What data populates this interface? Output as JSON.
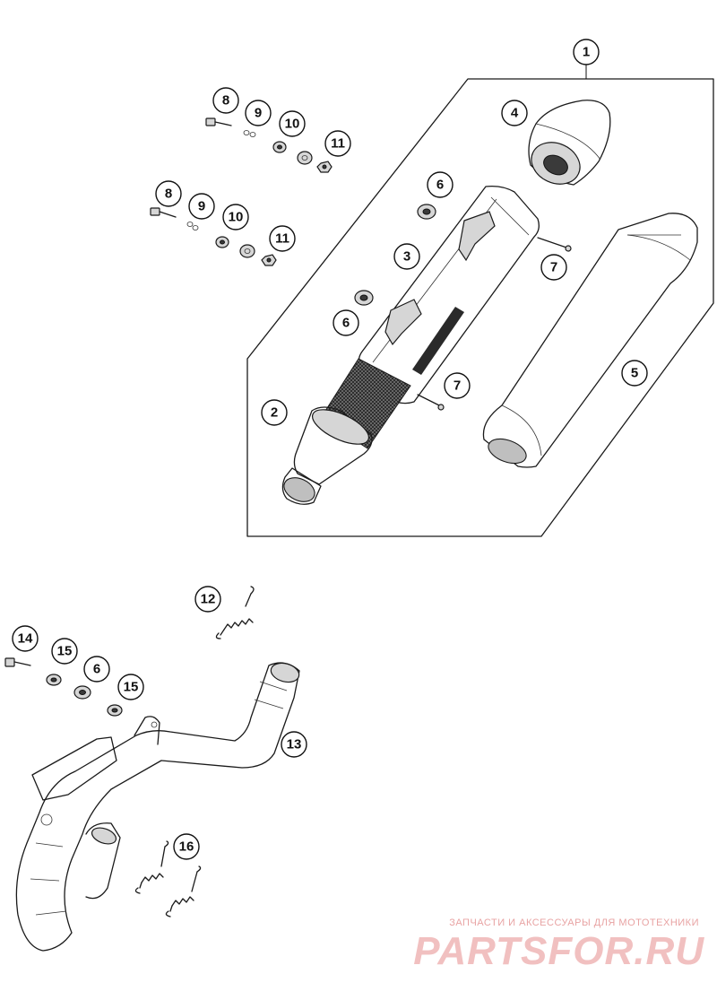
{
  "diagram": {
    "callouts": [
      {
        "id": "c1",
        "label": "1"
      },
      {
        "id": "c2",
        "label": "2"
      },
      {
        "id": "c3",
        "label": "3"
      },
      {
        "id": "c4",
        "label": "4"
      },
      {
        "id": "c5",
        "label": "5"
      },
      {
        "id": "c6a",
        "label": "6"
      },
      {
        "id": "c6b",
        "label": "6"
      },
      {
        "id": "c6c",
        "label": "6"
      },
      {
        "id": "c7a",
        "label": "7"
      },
      {
        "id": "c7b",
        "label": "7"
      },
      {
        "id": "c8a",
        "label": "8"
      },
      {
        "id": "c8b",
        "label": "8"
      },
      {
        "id": "c9a",
        "label": "9"
      },
      {
        "id": "c9b",
        "label": "9"
      },
      {
        "id": "c10a",
        "label": "10"
      },
      {
        "id": "c10b",
        "label": "10"
      },
      {
        "id": "c11a",
        "label": "11"
      },
      {
        "id": "c11b",
        "label": "11"
      },
      {
        "id": "c12",
        "label": "12"
      },
      {
        "id": "c13",
        "label": "13"
      },
      {
        "id": "c14",
        "label": "14"
      },
      {
        "id": "c15a",
        "label": "15"
      },
      {
        "id": "c15b",
        "label": "15"
      },
      {
        "id": "c16",
        "label": "16"
      }
    ]
  },
  "watermark": {
    "tagline": "ЗАПЧАСТИ И АКСЕССУАРЫ ДЛЯ МОТОТЕХНИКИ",
    "logo": "PARTSFOR.RU",
    "color": "#e8a3a3"
  }
}
